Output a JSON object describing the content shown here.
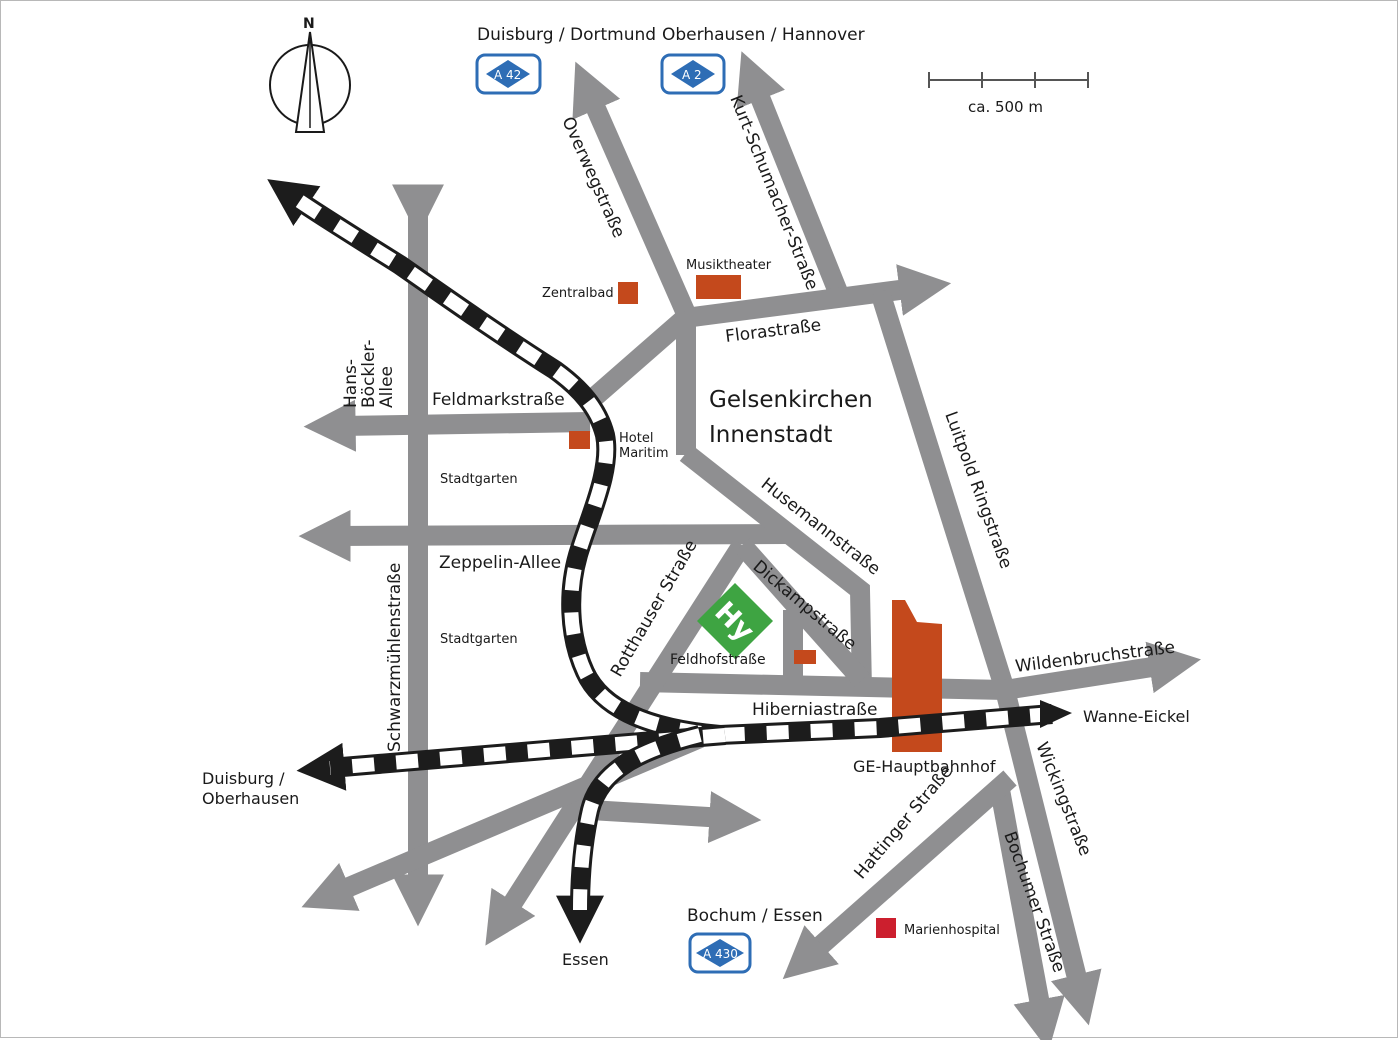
{
  "compass": {
    "north_label": "N"
  },
  "scale": {
    "label": "ca. 500 m"
  },
  "highways": [
    {
      "name": "A 42",
      "destination": "Duisburg / Dortmund"
    },
    {
      "name": "A 2",
      "destination": "Oberhausen / Hannover"
    },
    {
      "name": "A 430",
      "destination": "Bochum / Essen"
    }
  ],
  "district": {
    "line1": "Gelsenkirchen",
    "line2": "Innenstadt"
  },
  "logo": {
    "text": "Hy",
    "color": "#3ea442"
  },
  "colors": {
    "road": "#8f8f91",
    "rail": "#1c1c1c",
    "building": "#c4491c",
    "hospital": "#cc1f2e",
    "highway_badge": "#2e6db5"
  },
  "streets": {
    "overweg": "Overwegstraße",
    "kurt_schumacher": "Kurt-Schumacher-Straße",
    "flora": "Florastraße",
    "feldmark": "Feldmarkstraße",
    "hans_boeckler_1": "Hans-",
    "hans_boeckler_2": "Böckler-",
    "hans_boeckler_3": "Allee",
    "zeppelin": "Zeppelin-Allee",
    "schwarzmuehlen": "Schwarzmühlenstraße",
    "husemann": "Husemannstraße",
    "luitpold": "Luitpold Ringstraße",
    "dickamp": "Dickampstraße",
    "rotthauser": "Rotthauser Straße",
    "feldhof": "Feldhofstraße",
    "hibernia": "Hiberniastraße",
    "wildenbruch": "Wildenbruchstraße",
    "wicking": "Wickingstraße",
    "hattinger": "Hattinger Straße",
    "bochumer": "Bochumer Straße"
  },
  "places": {
    "zentralbad": "Zentralbad",
    "musiktheater": "Musiktheater",
    "hotel_1": "Hotel",
    "hotel_2": "Maritim",
    "stadtgarten_1": "Stadtgarten",
    "stadtgarten_2": "Stadtgarten",
    "hauptbahnhof": "GE-Hauptbahnhof",
    "marienhospital": "Marienhospital"
  },
  "destinations": {
    "wanne_eickel": "Wanne-Eickel",
    "duisburg_1": "Duisburg /",
    "duisburg_2": "Oberhausen",
    "essen": "Essen"
  }
}
